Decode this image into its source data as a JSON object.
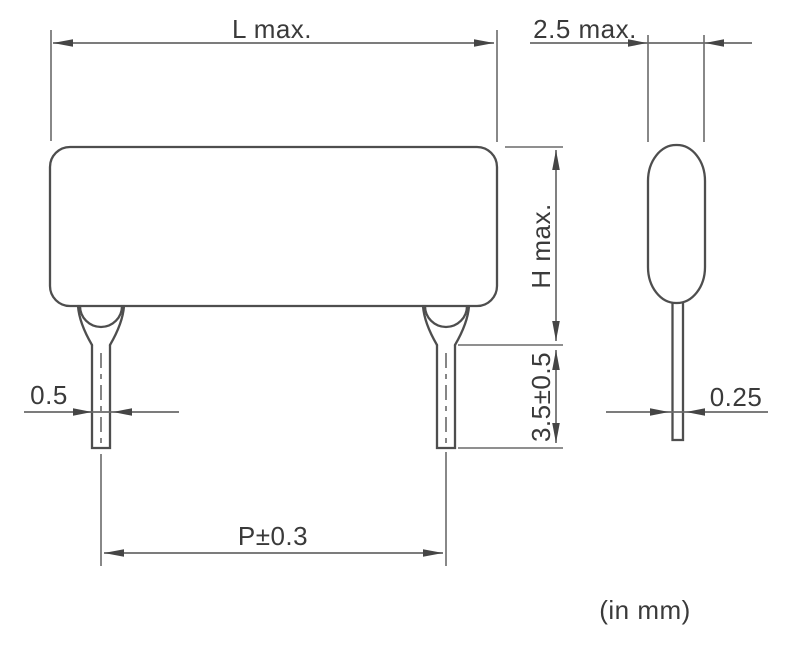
{
  "drawing": {
    "type": "component-dimension-drawing",
    "colors": {
      "background": "#ffffff",
      "object_line": "#4e4e4e",
      "dimension_line": "#6a6a6a",
      "text": "#3a3a3a"
    },
    "dimensions": {
      "body_length": "L max.",
      "body_thickness": "2.5 max.",
      "body_height": "H max.",
      "lead_standoff": "3.5±0.5",
      "lead_width": "0.5",
      "lead_thickness": "0.25",
      "lead_pitch": "P±0.3"
    },
    "footnote": "(in mm)"
  }
}
